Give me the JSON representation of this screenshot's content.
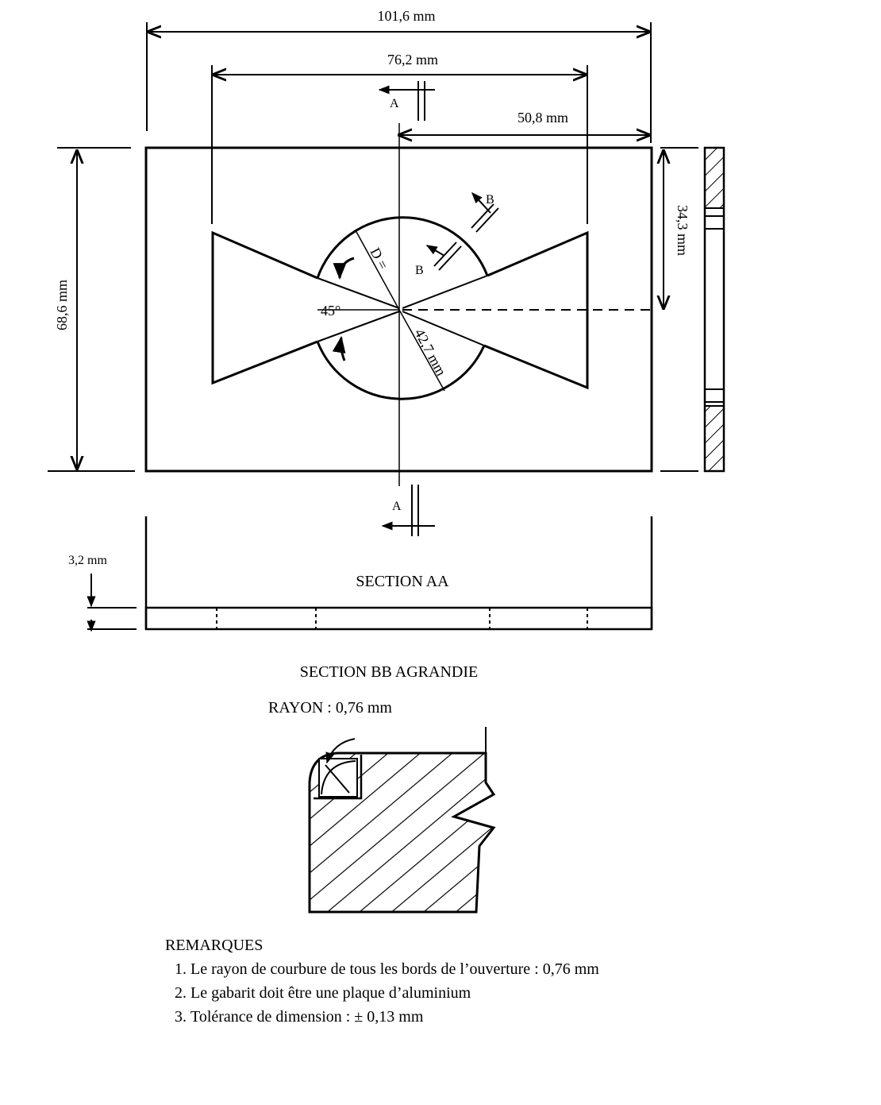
{
  "dimensions": {
    "overall_width": "101,6 mm",
    "opening_width": "76,2 mm",
    "half_width": "50,8 mm",
    "height": "68,6 mm",
    "half_height": "34,3 mm",
    "thickness": "3,2 mm",
    "diameter_label": "D =",
    "radius_label": "42,7 mm",
    "angle_label": "45°"
  },
  "section_markers": {
    "a_label": "A",
    "b_label": "B"
  },
  "sections": {
    "aa_title": "SECTION AA",
    "bb_title": "SECTION BB AGRANDIE",
    "bb_radius": "RAYON : 0,76 mm"
  },
  "remarks": {
    "title": "REMARQUES",
    "items": [
      "Le rayon de courbure de tous les bords de l’ouverture : 0,76 mm",
      "Le gabarit doit être une plaque d’aluminium",
      "Tolérance de dimension : ± 0,13 mm"
    ]
  }
}
